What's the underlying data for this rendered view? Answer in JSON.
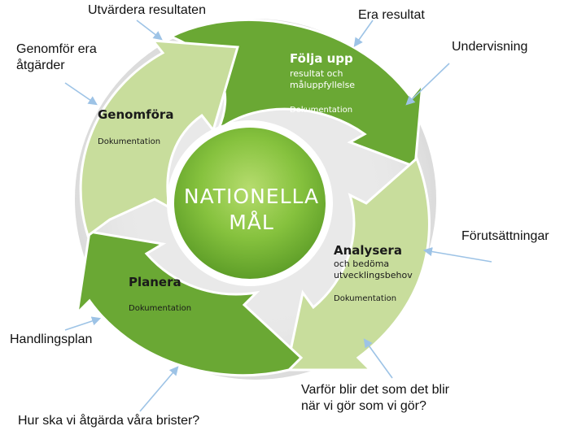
{
  "colors": {
    "dark_green": "#6aa834",
    "light_green": "#c8dd9c",
    "center_green": "#7fbf3c",
    "arrow_blue": "#9dc3e6",
    "dark_text": "#1a1a1a",
    "white_text": "#ffffff"
  },
  "callouts": {
    "utvardera": "Utvärdera resultaten",
    "era_resultat": "Era resultat",
    "genomfor_line1": "Genomför era",
    "genomfor_line2": "åtgärder",
    "undervisning": "Undervisning",
    "forutsattningar": "Förutsättningar",
    "handlingsplan": "Handlingsplan",
    "hur_ska": "Hur ska vi åtgärda våra brister?",
    "varfor_line1": "Varför blir det som det blir",
    "varfor_line2": "när vi gör som vi gör?"
  },
  "segments": {
    "folja_upp": {
      "title": "Följa upp",
      "sub1": "resultat och",
      "sub2": "måluppfyllelse",
      "doc": "Dokumentation"
    },
    "analysera": {
      "title": "Analysera",
      "sub1": "och bedöma",
      "sub2": "utvecklingsbehov",
      "doc": "Dokumentation"
    },
    "planera": {
      "title": "Planera",
      "doc": "Dokumentation"
    },
    "genomfora": {
      "title": "Genomföra",
      "doc": "Dokumentation"
    }
  },
  "center": {
    "line1": "NATIONELLA",
    "line2": "MÅL"
  }
}
